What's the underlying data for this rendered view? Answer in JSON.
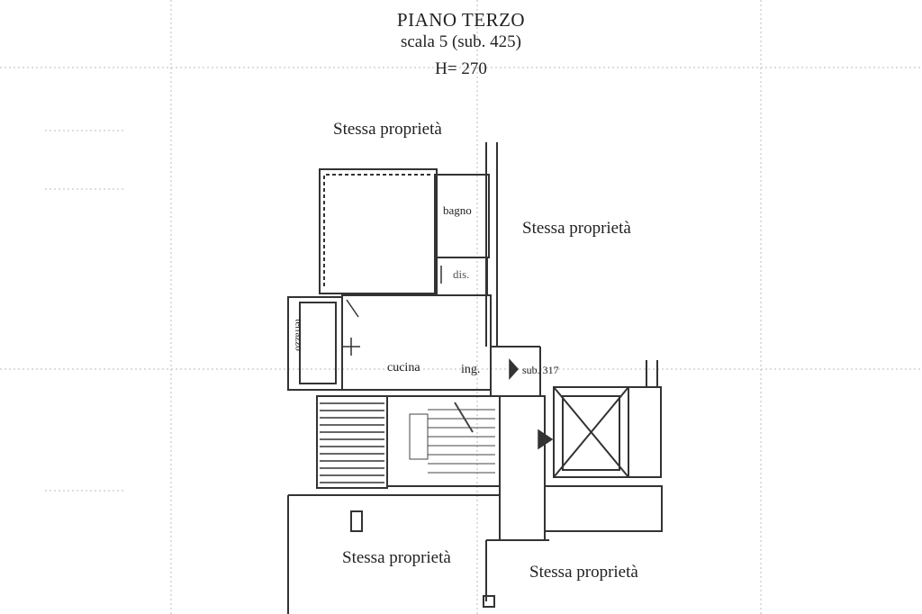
{
  "header": {
    "title": "PIANO TERZO",
    "subtitle": "scala 5 (sub. 425)",
    "height_label": "H= 270"
  },
  "neighbors": {
    "top": "Stessa proprietà",
    "right": "Stessa proprietà",
    "bottom_left": "Stessa proprietà",
    "bottom_right": "Stessa proprietà"
  },
  "rooms": {
    "bagno": "bagno",
    "dis": "dis.",
    "terrazzo": "terrazzo",
    "cucina": "cucina",
    "ingresso": "ing.",
    "sub_ref": "sub. 317"
  }
}
